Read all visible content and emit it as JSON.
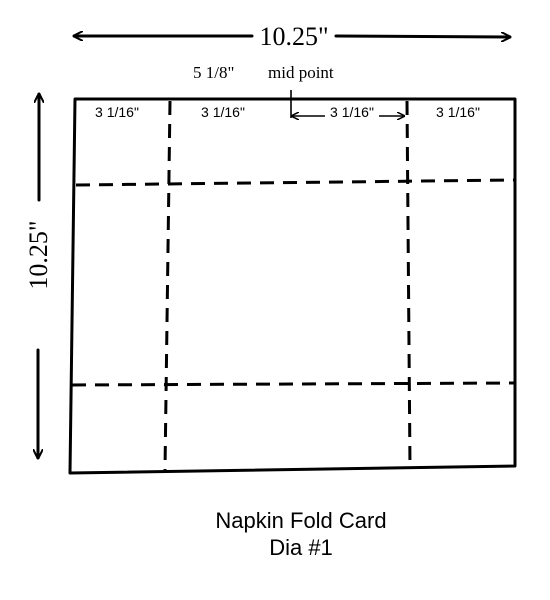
{
  "dimensions": {
    "width_label": "10.25\"",
    "height_label": "10.25\""
  },
  "midpoint": {
    "value": "5 1/8\"",
    "label": "mid point"
  },
  "panel_widths": [
    "3 1/16\"",
    "3 1/16\"",
    "3 1/16\"",
    "3 1/16\""
  ],
  "caption": {
    "line1": "Napkin Fold Card",
    "line2": "Dia #1"
  },
  "colors": {
    "ink": "#000000",
    "paper": "#ffffff"
  }
}
